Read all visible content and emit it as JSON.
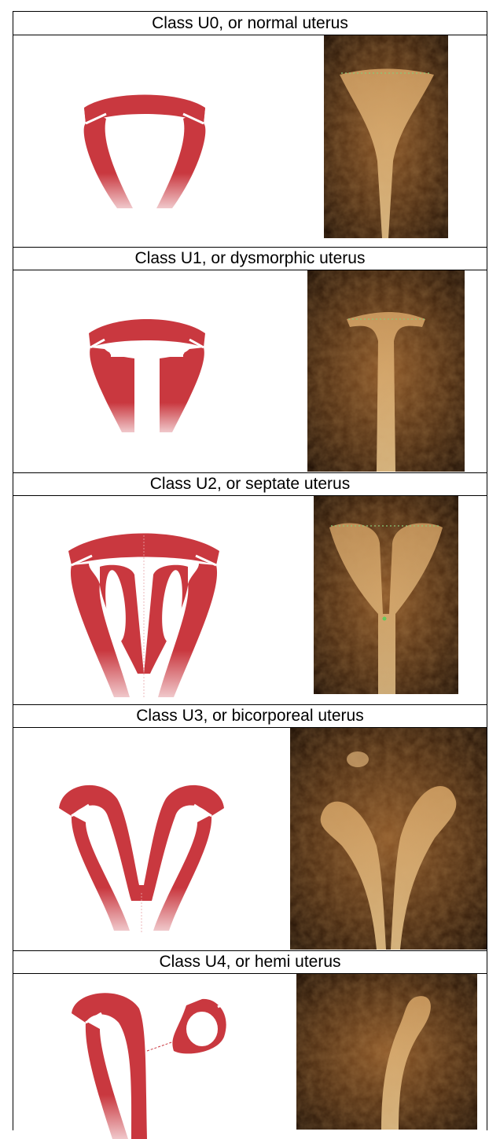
{
  "rows": [
    {
      "label": "Class U0, or normal uterus",
      "diagram": "normal-uterus-diagram",
      "image": "normal-uterus-ultrasound"
    },
    {
      "label": "Class U1, or dysmorphic uterus",
      "diagram": "dysmorphic-uterus-diagram",
      "image": "dysmorphic-uterus-ultrasound"
    },
    {
      "label": "Class U2, or septate uterus",
      "diagram": "septate-uterus-diagram",
      "image": "septate-uterus-ultrasound"
    },
    {
      "label": "Class U3, or bicorporeal uterus",
      "diagram": "bicorporeal-uterus-diagram",
      "image": "bicorporeal-uterus-ultrasound"
    },
    {
      "label": "Class U4, or hemi uterus",
      "diagram": "hemi-uterus-diagram",
      "image": "hemi-uterus-ultrasound"
    }
  ],
  "colors": {
    "uterus": "#c9383f",
    "uterus_light": "#e8a6aa",
    "ultrasound_dark": "#2a1406",
    "ultrasound_mid": "#7a4a1e",
    "ultrasound_light": "#e0b47a"
  }
}
